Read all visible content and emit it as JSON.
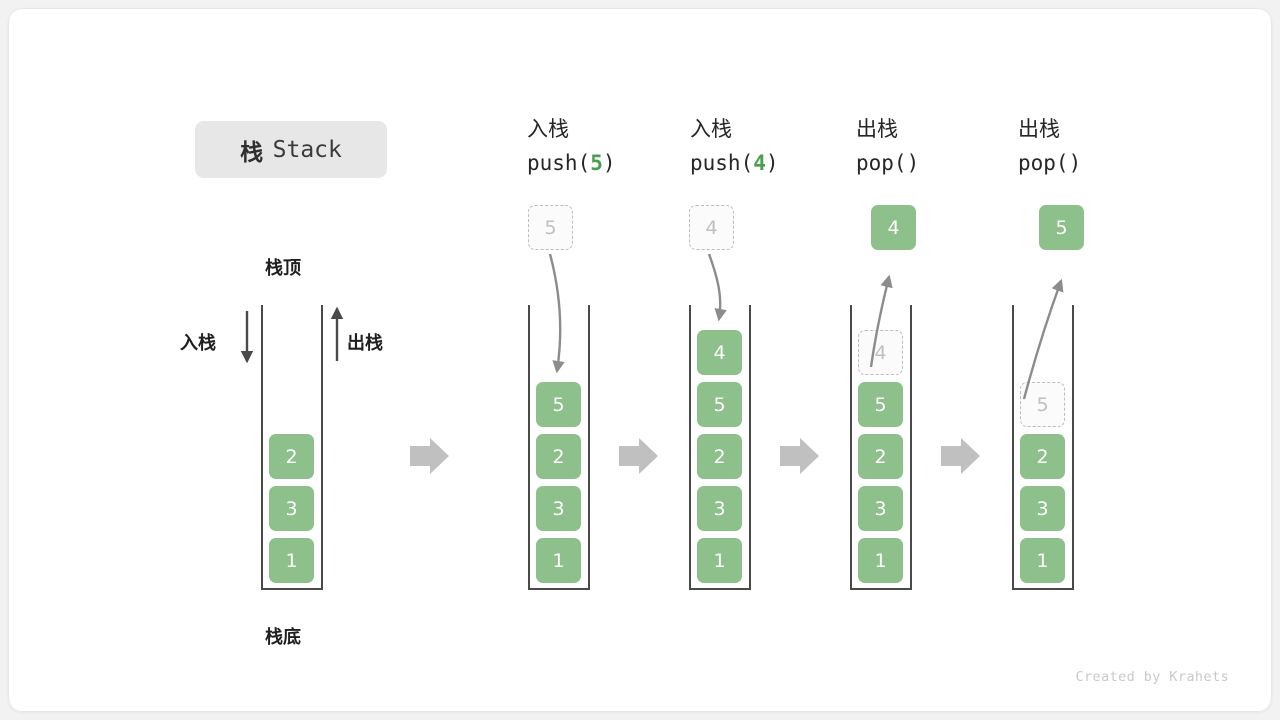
{
  "title": {
    "cn": "栈",
    "en": "Stack"
  },
  "labels": {
    "top": "栈顶",
    "bottom": "栈底",
    "push": "入栈",
    "pop": "出栈"
  },
  "footer": "Created by Krahets",
  "colors": {
    "element_green": "#8dc08a",
    "ghost_border": "#bdbdbd",
    "ghost_text": "#bfbfbf",
    "arrow_gray": "#8c8c8c",
    "step_arrow_gray": "#c0c0c0",
    "wall": "#4a4a4a",
    "chip_bg": "#e7e7e7",
    "accent_code": "#4a9e4f"
  },
  "columns": [
    {
      "id": "initial",
      "header_cn": "",
      "header_code": "",
      "stack": [
        "2",
        "3",
        "1"
      ],
      "ghost_top": null,
      "outside_box": null
    },
    {
      "id": "push-5",
      "header_cn": "入栈",
      "header_code_pre": "push(",
      "header_code_arg": "5",
      "header_code_post": ")",
      "stack": [
        "5",
        "2",
        "3",
        "1"
      ],
      "ghost_outside": "5",
      "outside_box": null
    },
    {
      "id": "push-4",
      "header_cn": "入栈",
      "header_code_pre": "push(",
      "header_code_arg": "4",
      "header_code_post": ")",
      "stack": [
        "4",
        "5",
        "2",
        "3",
        "1"
      ],
      "ghost_outside": "4",
      "outside_box": null
    },
    {
      "id": "pop-1",
      "header_cn": "出栈",
      "header_code_pre": "pop(",
      "header_code_arg": "",
      "header_code_post": ")",
      "stack": [
        "5",
        "2",
        "3",
        "1"
      ],
      "ghost_in_stack": "4",
      "outside_box": "4"
    },
    {
      "id": "pop-2",
      "header_cn": "出栈",
      "header_code_pre": "pop(",
      "header_code_arg": "",
      "header_code_post": ")",
      "stack": [
        "2",
        "3",
        "1"
      ],
      "ghost_in_stack": "5",
      "outside_box": "5"
    }
  ]
}
